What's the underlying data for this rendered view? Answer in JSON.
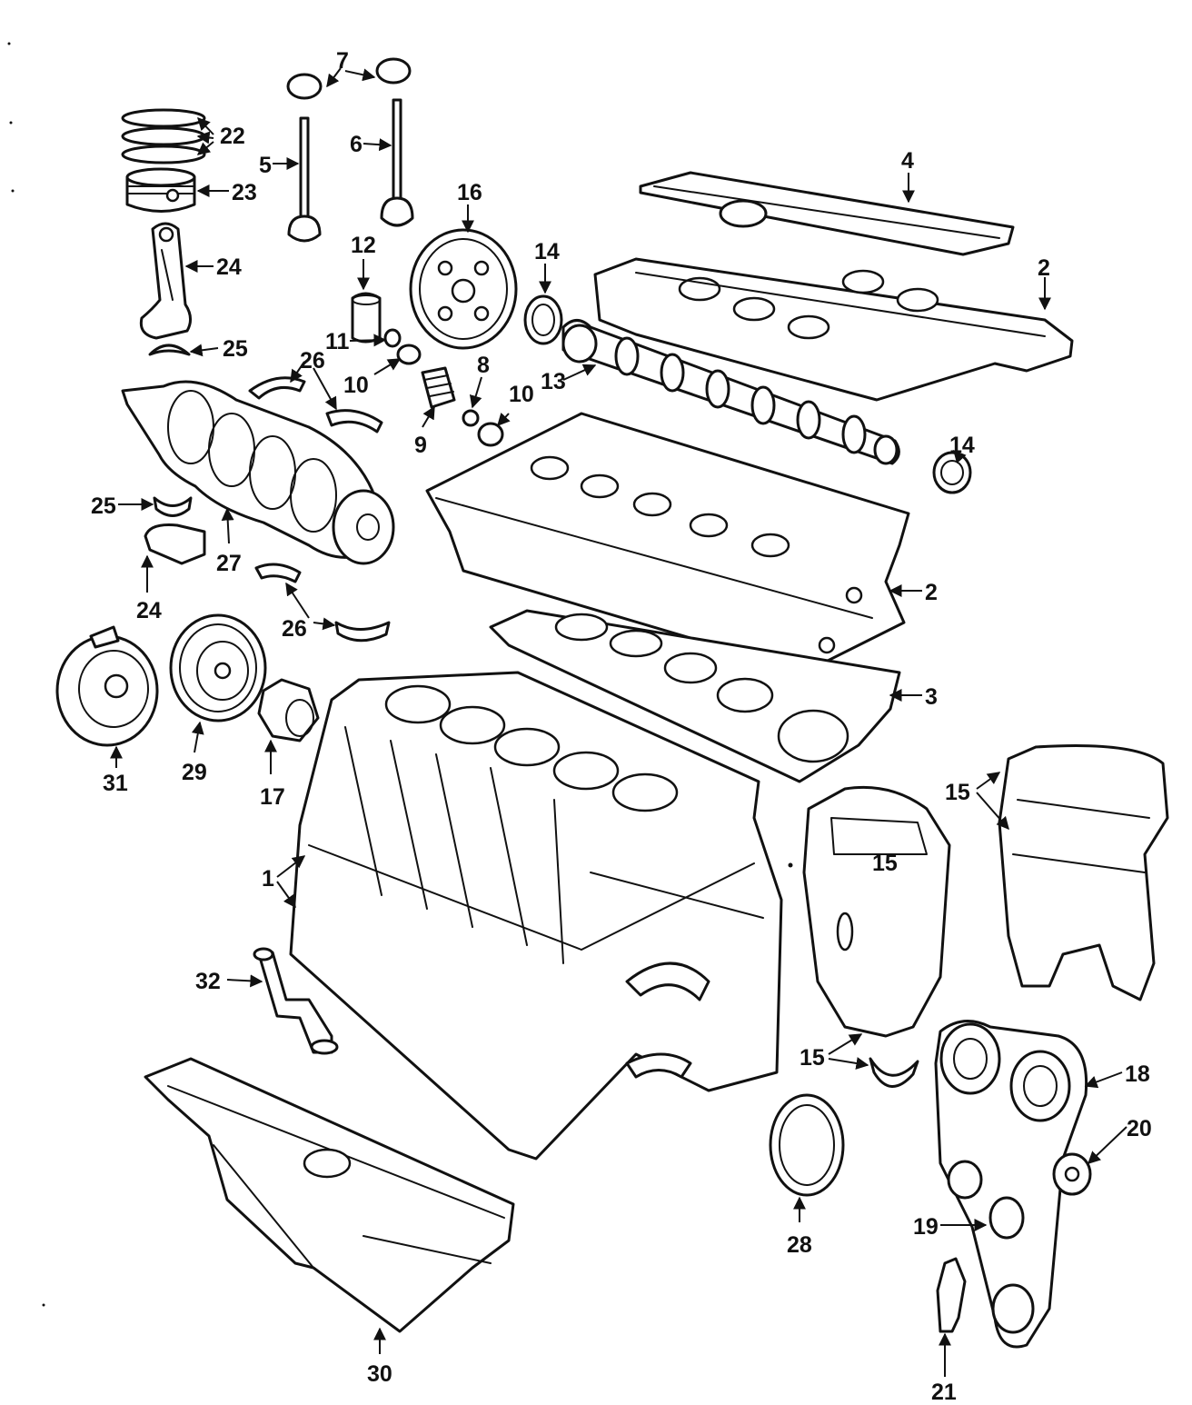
{
  "diagram": {
    "callouts": [
      "1",
      "2",
      "2",
      "3",
      "4",
      "5",
      "6",
      "7",
      "8",
      "9",
      "10",
      "10",
      "11",
      "12",
      "13",
      "14",
      "14",
      "15",
      "15",
      "15",
      "16",
      "17",
      "18",
      "19",
      "20",
      "21",
      "22",
      "23",
      "24",
      "24",
      "25",
      "25",
      "26",
      "26",
      "27",
      "28",
      "29",
      "30",
      "31",
      "32"
    ]
  }
}
